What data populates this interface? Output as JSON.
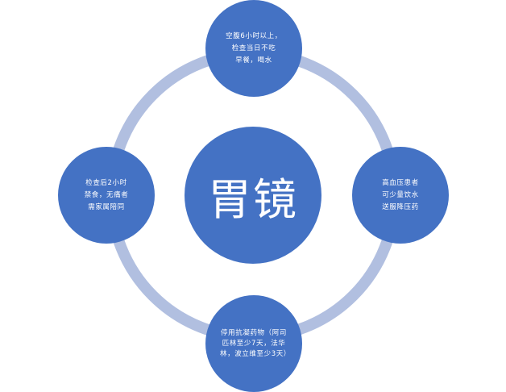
{
  "diagram": {
    "type": "radial-cycle",
    "colors": {
      "node_fill": "#4472C4",
      "ring": "#B1BFE0",
      "text": "#FFFFFF",
      "background": "#FFFFFF"
    },
    "center": {
      "label": "胃镜"
    },
    "nodes": [
      {
        "position": "top",
        "label": "空腹6小时以上，\n检查当日不吃\n早餐，喝水"
      },
      {
        "position": "right",
        "label": "高血压患者\n可少量饮水\n送服降压药"
      },
      {
        "position": "bottom",
        "label": "停用抗凝药物（阿司匹林至少7天，法华林，波立维至少3天）"
      },
      {
        "position": "left",
        "label": "检查后2小时\n禁食，无痛者\n需家属陪同"
      }
    ]
  }
}
